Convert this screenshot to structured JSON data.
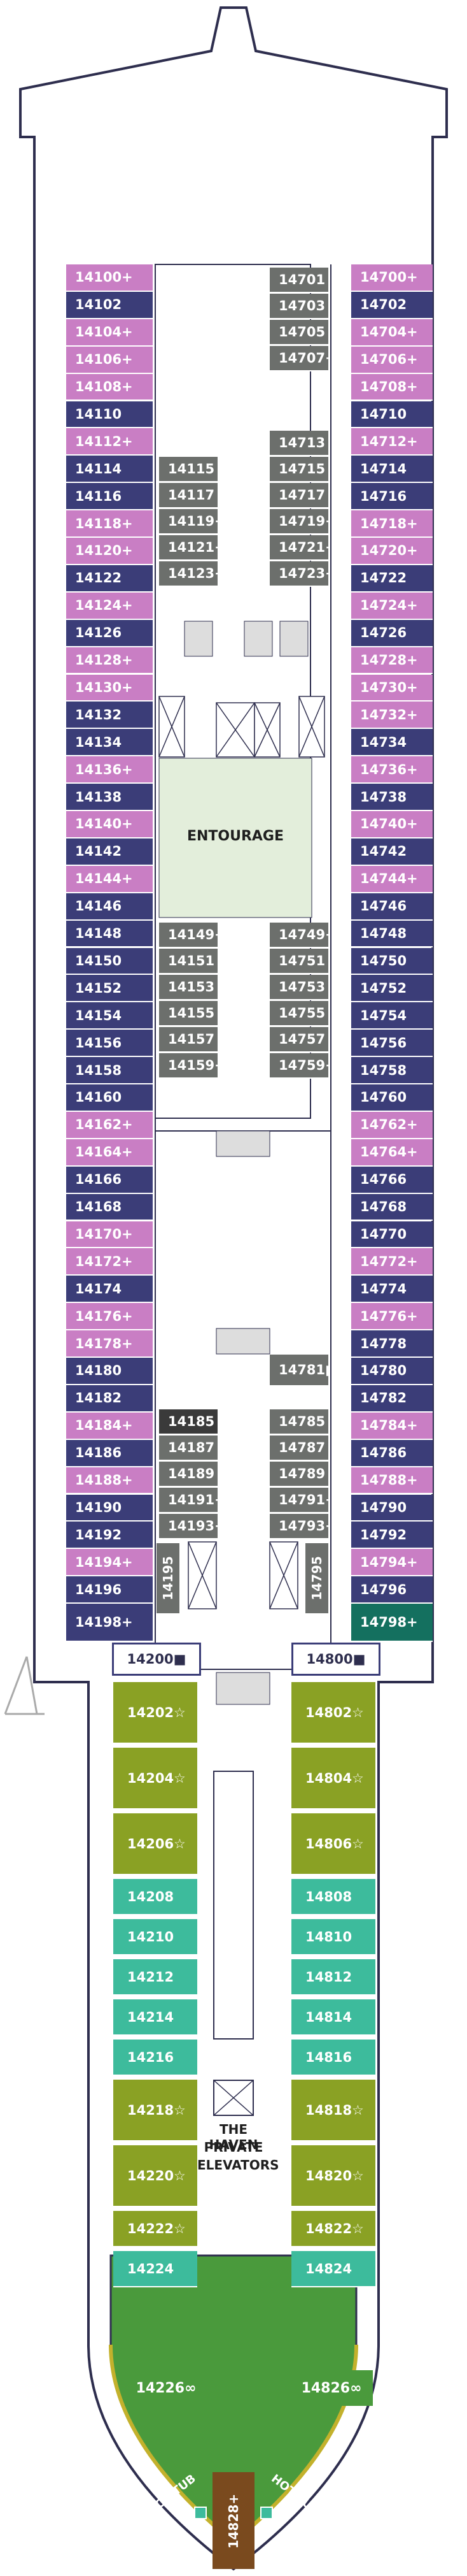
{
  "colors": {
    "navy": "#3b3d78",
    "pink": "#c97ec4",
    "grey": "#6c6f6c",
    "dark": "#3a3a3a",
    "teal": "#14705f",
    "olive": "#8aa124",
    "aqua": "#3dbb9c",
    "deck_green": "#4a9a3c",
    "deck_brown": "#7a4a1e",
    "deck_yellow": "#c3b12c",
    "venue": "#e3eedb",
    "outline": "#2e2e4e"
  },
  "legend_symbols": {
    "plus": "+",
    "infinity": "∞",
    "star": "☆",
    "square": "■"
  },
  "left_column": [
    {
      "n": "14100",
      "s": "+",
      "c": "pink"
    },
    {
      "n": "14102",
      "s": "",
      "c": "navy"
    },
    {
      "n": "14104",
      "s": "+",
      "c": "pink"
    },
    {
      "n": "14106",
      "s": "+",
      "c": "pink"
    },
    {
      "n": "14108",
      "s": "+",
      "c": "pink"
    },
    {
      "n": "14110",
      "s": "",
      "c": "navy"
    },
    {
      "n": "14112",
      "s": "+",
      "c": "pink"
    },
    {
      "n": "14114",
      "s": "",
      "c": "navy"
    },
    {
      "n": "14116",
      "s": "",
      "c": "navy"
    },
    {
      "n": "14118",
      "s": "+",
      "c": "pink"
    },
    {
      "n": "14120",
      "s": "+",
      "c": "pink"
    },
    {
      "n": "14122",
      "s": "",
      "c": "navy"
    },
    {
      "n": "14124",
      "s": "+",
      "c": "pink"
    },
    {
      "n": "14126",
      "s": "",
      "c": "navy"
    },
    {
      "n": "14128",
      "s": "+",
      "c": "pink"
    },
    {
      "n": "14130",
      "s": "+",
      "c": "pink"
    },
    {
      "n": "14132",
      "s": "",
      "c": "navy"
    },
    {
      "n": "14134",
      "s": "",
      "c": "navy"
    },
    {
      "n": "14136",
      "s": "+",
      "c": "pink"
    },
    {
      "n": "14138",
      "s": "",
      "c": "navy"
    },
    {
      "n": "14140",
      "s": "+",
      "c": "pink"
    },
    {
      "n": "14142",
      "s": "",
      "c": "navy"
    },
    {
      "n": "14144",
      "s": "+",
      "c": "pink"
    },
    {
      "n": "14146",
      "s": "",
      "c": "navy"
    },
    {
      "n": "14148",
      "s": "",
      "c": "navy"
    },
    {
      "n": "14150",
      "s": "",
      "c": "navy"
    },
    {
      "n": "14152",
      "s": "",
      "c": "navy"
    },
    {
      "n": "14154",
      "s": "",
      "c": "navy"
    },
    {
      "n": "14156",
      "s": "",
      "c": "navy"
    },
    {
      "n": "14158",
      "s": "",
      "c": "navy"
    },
    {
      "n": "14160",
      "s": "",
      "c": "navy"
    },
    {
      "n": "14162",
      "s": "+",
      "c": "pink"
    },
    {
      "n": "14164",
      "s": "+",
      "c": "pink"
    },
    {
      "n": "14166",
      "s": "",
      "c": "navy"
    },
    {
      "n": "14168",
      "s": "",
      "c": "navy"
    },
    {
      "n": "14170",
      "s": "+",
      "c": "pink"
    },
    {
      "n": "14172",
      "s": "+",
      "c": "pink"
    },
    {
      "n": "14174",
      "s": "",
      "c": "navy"
    },
    {
      "n": "14176",
      "s": "+",
      "c": "pink"
    },
    {
      "n": "14178",
      "s": "+",
      "c": "pink"
    },
    {
      "n": "14180",
      "s": "",
      "c": "navy"
    },
    {
      "n": "14182",
      "s": "",
      "c": "navy"
    },
    {
      "n": "14184",
      "s": "+",
      "c": "pink"
    },
    {
      "n": "14186",
      "s": "",
      "c": "navy"
    },
    {
      "n": "14188",
      "s": "+",
      "c": "pink"
    },
    {
      "n": "14190",
      "s": "",
      "c": "navy"
    },
    {
      "n": "14192",
      "s": "",
      "c": "navy"
    },
    {
      "n": "14194",
      "s": "+",
      "c": "pink"
    },
    {
      "n": "14196",
      "s": "",
      "c": "navy"
    },
    {
      "n": "14198",
      "s": "+",
      "c": "navy"
    }
  ],
  "right_column": [
    {
      "n": "14700",
      "s": "+",
      "c": "pink"
    },
    {
      "n": "14702",
      "s": "",
      "c": "navy"
    },
    {
      "n": "14704",
      "s": "+",
      "c": "pink"
    },
    {
      "n": "14706",
      "s": "+",
      "c": "pink"
    },
    {
      "n": "14708",
      "s": "+",
      "c": "pink"
    },
    {
      "n": "14710",
      "s": "",
      "c": "navy"
    },
    {
      "n": "14712",
      "s": "+",
      "c": "pink"
    },
    {
      "n": "14714",
      "s": "",
      "c": "navy"
    },
    {
      "n": "14716",
      "s": "",
      "c": "navy"
    },
    {
      "n": "14718",
      "s": "+",
      "c": "pink"
    },
    {
      "n": "14720",
      "s": "+",
      "c": "pink"
    },
    {
      "n": "14722",
      "s": "",
      "c": "navy"
    },
    {
      "n": "14724",
      "s": "+",
      "c": "pink"
    },
    {
      "n": "14726",
      "s": "",
      "c": "navy"
    },
    {
      "n": "14728",
      "s": "+",
      "c": "pink"
    },
    {
      "n": "14730",
      "s": "+",
      "c": "pink"
    },
    {
      "n": "14732",
      "s": "+",
      "c": "pink"
    },
    {
      "n": "14734",
      "s": "",
      "c": "navy"
    },
    {
      "n": "14736",
      "s": "+",
      "c": "pink"
    },
    {
      "n": "14738",
      "s": "",
      "c": "navy"
    },
    {
      "n": "14740",
      "s": "+",
      "c": "pink"
    },
    {
      "n": "14742",
      "s": "",
      "c": "navy"
    },
    {
      "n": "14744",
      "s": "+",
      "c": "pink"
    },
    {
      "n": "14746",
      "s": "",
      "c": "navy"
    },
    {
      "n": "14748",
      "s": "",
      "c": "navy"
    },
    {
      "n": "14750",
      "s": "",
      "c": "navy"
    },
    {
      "n": "14752",
      "s": "",
      "c": "navy"
    },
    {
      "n": "14754",
      "s": "",
      "c": "navy"
    },
    {
      "n": "14756",
      "s": "",
      "c": "navy"
    },
    {
      "n": "14758",
      "s": "",
      "c": "navy"
    },
    {
      "n": "14760",
      "s": "",
      "c": "navy"
    },
    {
      "n": "14762",
      "s": "+",
      "c": "pink"
    },
    {
      "n": "14764",
      "s": "+",
      "c": "pink"
    },
    {
      "n": "14766",
      "s": "",
      "c": "navy"
    },
    {
      "n": "14768",
      "s": "",
      "c": "navy"
    },
    {
      "n": "14770",
      "s": "",
      "c": "navy"
    },
    {
      "n": "14772",
      "s": "+",
      "c": "pink"
    },
    {
      "n": "14774",
      "s": "",
      "c": "navy"
    },
    {
      "n": "14776",
      "s": "+",
      "c": "pink"
    },
    {
      "n": "14778",
      "s": "",
      "c": "navy"
    },
    {
      "n": "14780",
      "s": "",
      "c": "navy"
    },
    {
      "n": "14782",
      "s": "",
      "c": "navy"
    },
    {
      "n": "14784",
      "s": "+",
      "c": "pink"
    },
    {
      "n": "14786",
      "s": "",
      "c": "navy"
    },
    {
      "n": "14788",
      "s": "+",
      "c": "pink"
    },
    {
      "n": "14790",
      "s": "",
      "c": "navy"
    },
    {
      "n": "14792",
      "s": "",
      "c": "navy"
    },
    {
      "n": "14794",
      "s": "+",
      "c": "pink"
    },
    {
      "n": "14796",
      "s": "",
      "c": "navy"
    },
    {
      "n": "14798",
      "s": "+",
      "c": "teal"
    }
  ],
  "inner_upper_right": [
    {
      "n": "14701",
      "s": "",
      "c": "grey"
    },
    {
      "n": "14703",
      "s": "",
      "c": "grey"
    },
    {
      "n": "14705",
      "s": "",
      "c": "grey"
    },
    {
      "n": "14707",
      "s": "+",
      "c": "grey"
    },
    {
      "n": "14713",
      "s": "",
      "c": "grey"
    },
    {
      "n": "14715",
      "s": "",
      "c": "grey"
    },
    {
      "n": "14717",
      "s": "",
      "c": "grey"
    },
    {
      "n": "14719",
      "s": "+",
      "c": "grey"
    },
    {
      "n": "14721",
      "s": "+",
      "c": "grey"
    },
    {
      "n": "14723",
      "s": "+",
      "c": "grey"
    }
  ],
  "inner_upper_left": [
    {
      "n": "14115",
      "s": "",
      "c": "grey"
    },
    {
      "n": "14117",
      "s": "",
      "c": "grey"
    },
    {
      "n": "14119",
      "s": "+",
      "c": "grey"
    },
    {
      "n": "14121",
      "s": "+",
      "c": "grey"
    },
    {
      "n": "14123",
      "s": "+",
      "c": "grey"
    }
  ],
  "inner_mid_left": [
    {
      "n": "14149",
      "s": "+",
      "c": "grey"
    },
    {
      "n": "14151",
      "s": "",
      "c": "grey"
    },
    {
      "n": "14153",
      "s": "",
      "c": "grey"
    },
    {
      "n": "14155",
      "s": "",
      "c": "grey"
    },
    {
      "n": "14157",
      "s": "",
      "c": "grey"
    },
    {
      "n": "14159",
      "s": "+",
      "c": "grey"
    }
  ],
  "inner_mid_right": [
    {
      "n": "14749",
      "s": "+",
      "c": "grey"
    },
    {
      "n": "14751",
      "s": "",
      "c": "grey"
    },
    {
      "n": "14753",
      "s": "",
      "c": "grey"
    },
    {
      "n": "14755",
      "s": "",
      "c": "grey"
    },
    {
      "n": "14757",
      "s": "",
      "c": "grey"
    },
    {
      "n": "14759",
      "s": "+",
      "c": "grey"
    }
  ],
  "inner_low_left": [
    {
      "n": "14185",
      "s": "",
      "c": "dark"
    },
    {
      "n": "14187",
      "s": "",
      "c": "grey"
    },
    {
      "n": "14189",
      "s": "",
      "c": "grey"
    },
    {
      "n": "14191",
      "s": "+",
      "c": "grey"
    },
    {
      "n": "14193",
      "s": "+",
      "c": "grey"
    }
  ],
  "inner_low_right": [
    {
      "n": "14781",
      "s": "■",
      "c": "grey"
    },
    {
      "n": "14785",
      "s": "",
      "c": "grey"
    },
    {
      "n": "14787",
      "s": "",
      "c": "grey"
    },
    {
      "n": "14789",
      "s": "",
      "c": "grey"
    },
    {
      "n": "14791",
      "s": "+",
      "c": "grey"
    },
    {
      "n": "14793",
      "s": "+",
      "c": "grey"
    }
  ],
  "vertical_cabins": [
    {
      "n": "14195",
      "c": "grey"
    },
    {
      "n": "14795",
      "c": "grey"
    }
  ],
  "aft_cross": [
    {
      "n": "14200",
      "s": "■"
    },
    {
      "n": "14800",
      "s": "■"
    }
  ],
  "haven_left": [
    {
      "n": "14202",
      "s": "☆",
      "c": "olive"
    },
    {
      "n": "14204",
      "s": "☆",
      "c": "olive"
    },
    {
      "n": "14206",
      "s": "☆",
      "c": "olive"
    },
    {
      "n": "14208",
      "s": "",
      "c": "aqua"
    },
    {
      "n": "14210",
      "s": "",
      "c": "aqua"
    },
    {
      "n": "14212",
      "s": "",
      "c": "aqua"
    },
    {
      "n": "14214",
      "s": "",
      "c": "aqua"
    },
    {
      "n": "14216",
      "s": "",
      "c": "aqua"
    },
    {
      "n": "14218",
      "s": "☆",
      "c": "olive"
    },
    {
      "n": "14220",
      "s": "☆",
      "c": "olive"
    },
    {
      "n": "14222",
      "s": "☆",
      "c": "olive"
    },
    {
      "n": "14224",
      "s": "",
      "c": "aqua"
    }
  ],
  "haven_right": [
    {
      "n": "14802",
      "s": "☆",
      "c": "olive"
    },
    {
      "n": "14804",
      "s": "☆",
      "c": "olive"
    },
    {
      "n": "14806",
      "s": "☆",
      "c": "olive"
    },
    {
      "n": "14808",
      "s": "",
      "c": "aqua"
    },
    {
      "n": "14810",
      "s": "",
      "c": "aqua"
    },
    {
      "n": "14812",
      "s": "",
      "c": "aqua"
    },
    {
      "n": "14814",
      "s": "",
      "c": "aqua"
    },
    {
      "n": "14816",
      "s": "",
      "c": "aqua"
    },
    {
      "n": "14818",
      "s": "☆",
      "c": "olive"
    },
    {
      "n": "14820",
      "s": "☆",
      "c": "olive"
    },
    {
      "n": "14822",
      "s": "☆",
      "c": "olive"
    },
    {
      "n": "14824",
      "s": "",
      "c": "aqua"
    }
  ],
  "aft_suites": [
    {
      "n": "14226",
      "s": "∞"
    },
    {
      "n": "14826",
      "s": "∞"
    }
  ],
  "aft_center_suite": {
    "n": "14828",
    "s": "+"
  },
  "venues": {
    "entourage": "ENTOURAGE",
    "haven_line1": "THE HAVEN",
    "haven_line2": "PRIVATE",
    "haven_line3": "ELEVATORS",
    "hot_tub_left": "HOT TUB",
    "hot_tub_right": "HOT TUB"
  }
}
